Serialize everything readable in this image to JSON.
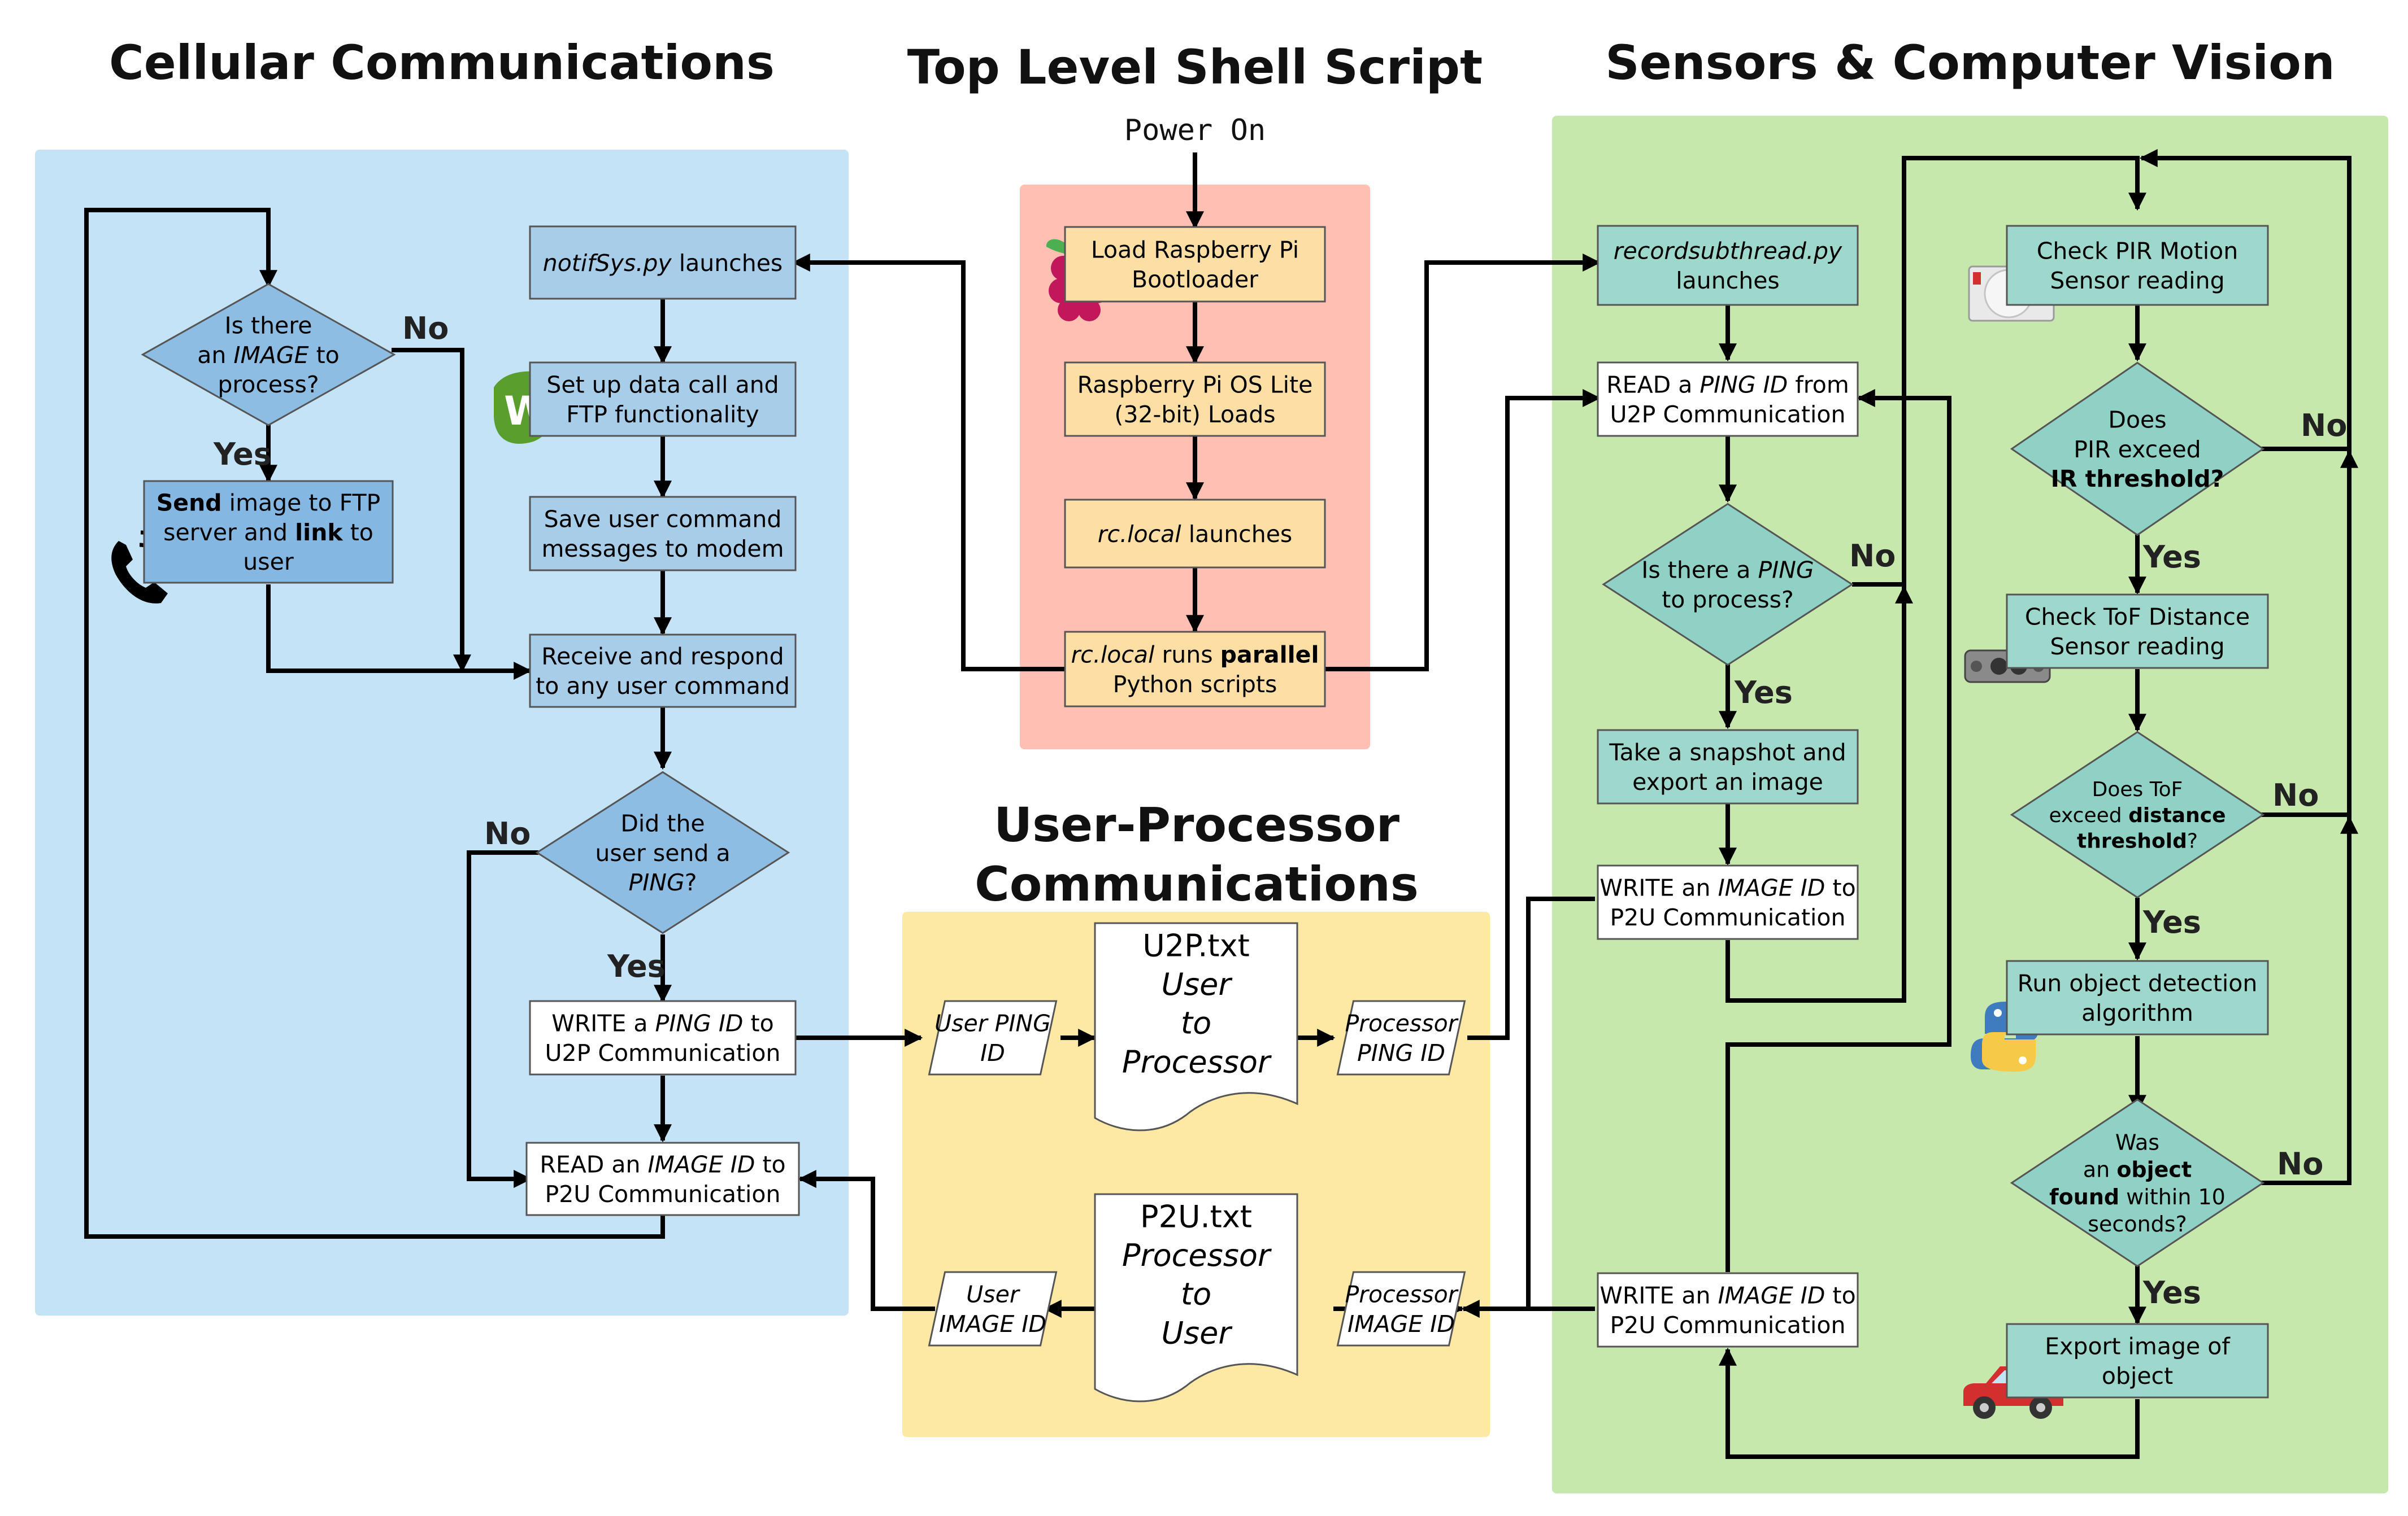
{
  "headings": {
    "cellular": "Cellular Communications",
    "shell": "Top Level Shell Script",
    "sensors": "Sensors & Computer Vision",
    "upc": [
      "User-Processor",
      "Communications"
    ]
  },
  "labels": {
    "yes": "Yes",
    "no": "No",
    "power_on": "Power On"
  },
  "colors": {
    "cellular_panel": "#c4e3f6",
    "shell_panel": "#ffbfb3",
    "upc_panel": "#fde8a4",
    "sensors_panel": "#c7e8ac",
    "cellular_box": "#a7cde9",
    "cellular_diamond": "#8dbde3",
    "cellular_action": "#85b7e3",
    "shell_box": "#fddfa6",
    "sensor_box": "#9ed8cd",
    "sensor_diamond": "#8fd1c4",
    "white_box": "#ffffff"
  },
  "cellular": {
    "is_there_image": [
      "Is there",
      "an |IMAGE| to",
      "process?"
    ],
    "send_image": [
      "*Send* image to FTP",
      "server and *link* to",
      "user"
    ],
    "notifsys": [
      "|notifSys.py| launches"
    ],
    "setup_data": [
      "Set up data call and",
      "FTP functionality"
    ],
    "save_messages": [
      "Save user command",
      "messages to modem"
    ],
    "receive_respond": [
      "Receive and respond",
      "to any user command"
    ],
    "did_user_ping": [
      "Did the",
      "user send a",
      "|PING|?"
    ],
    "write_ping": [
      "WRITE a |PING ID| to",
      "U2P Communication"
    ],
    "read_image": [
      "READ an |IMAGE ID| to",
      "P2U Communication"
    ]
  },
  "shell": {
    "bootloader": [
      "Load Raspberry Pi",
      "Bootloader"
    ],
    "os_loads": [
      "Raspberry Pi OS Lite",
      "(32-bit) Loads"
    ],
    "rc_local": [
      "|rc.local| launches"
    ],
    "rc_parallel": [
      "|rc.local| runs *parallel*",
      "Python scripts"
    ]
  },
  "upc": {
    "user_ping_id": [
      "|User PING|",
      "|ID|"
    ],
    "processor_ping_id": [
      "|Processor|",
      "|PING ID|"
    ],
    "user_image_id": [
      "|User|",
      "|IMAGE ID|"
    ],
    "processor_image_id": [
      "|Processor|",
      "|IMAGE ID|"
    ],
    "u2p_doc": [
      "U2P.txt",
      "|User|",
      "|to|",
      "|Processor|"
    ],
    "p2u_doc": [
      "P2U.txt",
      "|Processor|",
      "|to|",
      "|User|"
    ]
  },
  "sensors": {
    "recordsub": [
      "|recordsubthread.py|",
      "launches"
    ],
    "read_ping": [
      "READ a |PING ID| from",
      "U2P Communication"
    ],
    "is_there_ping": [
      "Is there a |PING|",
      "to process?"
    ],
    "snapshot": [
      "Take a snapshot and",
      "export an image"
    ],
    "write_image_1": [
      "WRITE an |IMAGE ID| to",
      "P2U Communication"
    ],
    "write_image_2": [
      "WRITE an |IMAGE ID| to",
      "P2U Communication"
    ],
    "check_pir": [
      "Check PIR Motion",
      "Sensor reading"
    ],
    "pir_exceed": [
      "Does",
      "PIR exceed",
      "*IR threshold?*"
    ],
    "check_tof": [
      "Check ToF Distance",
      "Sensor reading"
    ],
    "tof_exceed": [
      "Does ToF",
      "exceed *distance*",
      "*threshold*?"
    ],
    "object_detection": [
      "Run object detection",
      "algorithm"
    ],
    "object_found": [
      "Was",
      "an *object*",
      "*found* within 10",
      "seconds?"
    ],
    "export_object": [
      "Export image of",
      "object"
    ]
  },
  "icons": [
    "raspberry-pi-icon",
    "waveshare-logo-icon",
    "phone-icon",
    "pir-sensor-icon",
    "tof-sensor-icon",
    "python-logo-icon",
    "car-icon"
  ]
}
